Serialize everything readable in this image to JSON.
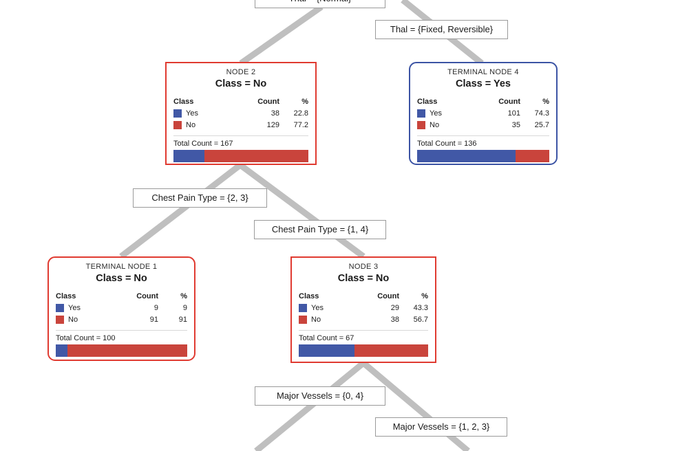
{
  "diagram": {
    "type": "decision-tree",
    "background": "#ffffff",
    "palette": {
      "class_yes": "#4158a6",
      "class_no": "#c9443c",
      "internal_node_border": "#e03a30",
      "terminal_node_border_yes": "#3b53a4",
      "terminal_node_border_no": "#e03a30",
      "connector": "#bfbfbf",
      "label_border": "#9a9a9a"
    }
  },
  "columns": {
    "class": "Class",
    "count": "Count",
    "pct": "%"
  },
  "nodes": [
    {
      "id": "node2",
      "title": "NODE 2",
      "class_line": "Class = No",
      "total_label": "Total Count = 167",
      "total": 167,
      "shape": "rect",
      "border": "red",
      "rows": [
        {
          "label": "Yes",
          "count": "38",
          "pct": "22.8",
          "color": "blue"
        },
        {
          "label": "No",
          "count": "129",
          "pct": "77.2",
          "color": "red"
        }
      ],
      "bar": {
        "blue_pct": 22.8,
        "red_pct": 77.2
      }
    },
    {
      "id": "terminal4",
      "title": "TERMINAL NODE 4",
      "class_line": "Class = Yes",
      "total_label": "Total Count = 136",
      "total": 136,
      "shape": "round",
      "border": "blue",
      "rows": [
        {
          "label": "Yes",
          "count": "101",
          "pct": "74.3",
          "color": "blue"
        },
        {
          "label": "No",
          "count": "35",
          "pct": "25.7",
          "color": "red"
        }
      ],
      "bar": {
        "blue_pct": 74.3,
        "red_pct": 25.7
      }
    },
    {
      "id": "terminal1",
      "title": "TERMINAL NODE 1",
      "class_line": "Class = No",
      "total_label": "Total Count = 100",
      "total": 100,
      "shape": "round",
      "border": "red",
      "rows": [
        {
          "label": "Yes",
          "count": "9",
          "pct": "9",
          "color": "blue"
        },
        {
          "label": "No",
          "count": "91",
          "pct": "91",
          "color": "red"
        }
      ],
      "bar": {
        "blue_pct": 9,
        "red_pct": 91
      }
    },
    {
      "id": "node3",
      "title": "NODE 3",
      "class_line": "Class = No",
      "total_label": "Total Count = 67",
      "total": 67,
      "shape": "rect",
      "border": "red",
      "rows": [
        {
          "label": "Yes",
          "count": "29",
          "pct": "43.3",
          "color": "blue"
        },
        {
          "label": "No",
          "count": "38",
          "pct": "56.7",
          "color": "red"
        }
      ],
      "bar": {
        "blue_pct": 43.3,
        "red_pct": 56.7
      }
    }
  ],
  "edge_labels": [
    {
      "id": "root-split",
      "text": "Thal = {Normal}",
      "clipped": true
    },
    {
      "id": "thal-right",
      "text": "Thal = {Fixed, Reversible}",
      "clipped": false
    },
    {
      "id": "cpt-left",
      "text": "Chest Pain Type = {2, 3}",
      "clipped": false
    },
    {
      "id": "cpt-right",
      "text": "Chest Pain Type = {1, 4}",
      "clipped": false
    },
    {
      "id": "vessels-left",
      "text": "Major Vessels = {0, 4}",
      "clipped": false
    },
    {
      "id": "vessels-right",
      "text": "Major Vessels = {1, 2, 3}",
      "clipped": false
    }
  ]
}
